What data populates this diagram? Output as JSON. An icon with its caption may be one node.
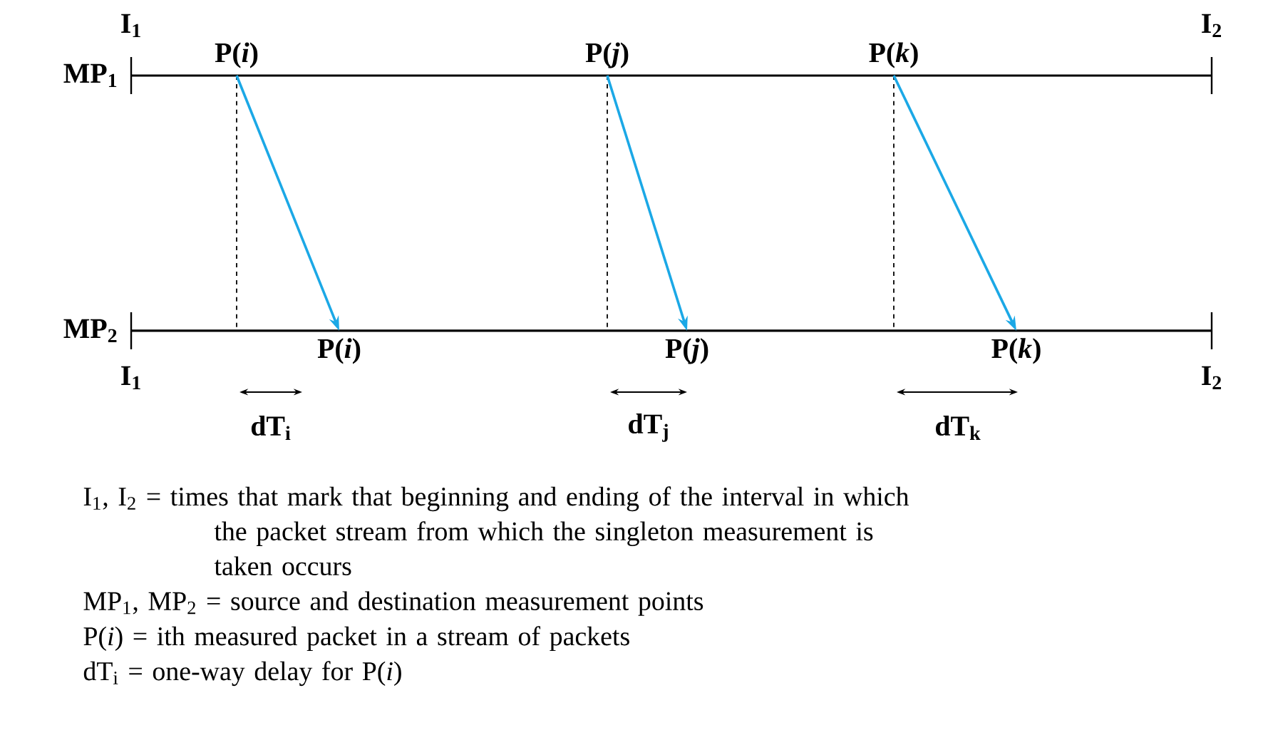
{
  "diagram": {
    "nodes": [
      {
        "text": [
          "P(*i*)"
        ]
      },
      {
        "text": [
          "P(*j*)"
        ]
      },
      {
        "text": [
          "P(*k*)"
        ]
      },
      {
        "text": [
          "P(*i*)"
        ]
      },
      {
        "text": [
          "P(*j*)"
        ]
      },
      {
        "text": [
          "P(*k*)"
        ]
      }
    ],
    "edges": [
      {
        "from": 0,
        "to": 3,
        "arrow": "to"
      },
      {
        "from": 1,
        "to": 4,
        "arrow": "to"
      },
      {
        "from": 2,
        "to": 5,
        "arrow": "to"
      }
    ],
    "labels": [
      "I$_{1}$",
      "I$_{2}$",
      "MP$_{1}$",
      "MP$_{2}$",
      "I$_{1}$",
      "I$_{2}$",
      "dT$_{i}$",
      "dT$_{j}$",
      "dT$_{k}$",
      "I$_{1}$, I$_{2}$ = times that mark that beginning and ending of the interval in which the packet stream from which the singleton measurement is taken occurs",
      "MP$_{1}$, MP$_{2}$ = source and destination measurement points",
      "P(*i*) = ith measured packet in a stream of packets",
      "dT$_{i}$ = one-way delay for P(*i*)"
    ]
  }
}
